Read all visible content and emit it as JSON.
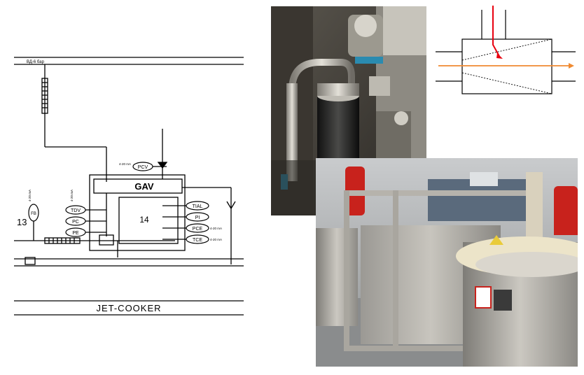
{
  "pid_diagram": {
    "caption": "JET-COOKER",
    "steam_line_label": "ВД-6 бар",
    "cooker_number": "14",
    "unit_number": "13",
    "gav_label": "GAV",
    "pcv_label": "PCV",
    "instruments_left": [
      {
        "label": "TDV"
      },
      {
        "label": "PC"
      },
      {
        "label": "PE"
      }
    ],
    "instruments_right": [
      {
        "label": "TIAL"
      },
      {
        "label": "PI"
      },
      {
        "label": "PCE"
      },
      {
        "label": "TCE"
      }
    ],
    "unit_label": "FB",
    "pcv_signal": "4-20 mA",
    "pce_signal": "4-20 mA",
    "tce_signal": "4-20 mA",
    "left_small_labels": [
      "4-20 mA",
      "4-20 mA"
    ],
    "line_color": "#000000"
  },
  "jet_schematic": {
    "steam_color": "#e8000f",
    "product_color": "#f08a30"
  },
  "photo_colors": {
    "cabinet_dark": "#3e3a34",
    "steel": "#b9b6ae",
    "pipe_blue": "#2a8bb0",
    "motor_red": "#c8221c",
    "floor_grey": "#8a8c8d",
    "hazard_yellow": "#e9cb3a"
  }
}
